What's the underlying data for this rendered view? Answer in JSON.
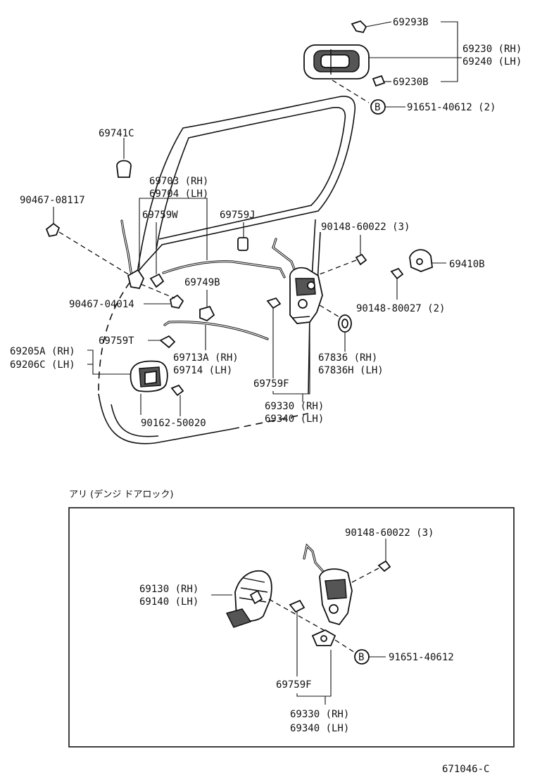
{
  "labels": {
    "p69293B": "69293B",
    "p69230": "69230 (RH)",
    "p69240": "69240 (LH)",
    "p69230B": "69230B",
    "p91651_top": "91651-40612 (2)",
    "p69741C": "69741C",
    "p69703": "69703 (RH)",
    "p69704": "69704 (LH)",
    "p90467_08117": "90467-08117",
    "p69759W": "69759W",
    "p69759J": "69759J",
    "p90148_60022_top": "90148-60022 (3)",
    "p69410B": "69410B",
    "p90148_80027": "90148-80027 (2)",
    "p69749B": "69749B",
    "p90467_04014": "90467-04014",
    "p69759T": "69759T",
    "p69205A": "69205A (RH)",
    "p69206C": "69206C (LH)",
    "p69713A": "69713A (RH)",
    "p69714": "69714  (LH)",
    "p67836": "67836  (RH)",
    "p67836H": "67836H (LH)",
    "p69759F_top": "69759F",
    "p69330_top": "69330 (RH)",
    "p69340_top": "69340 (LH)",
    "p90162": "90162-50020",
    "inset_caption": "アリ (デンジ ドアロック)",
    "p90148_60022_inset": "90148-60022 (3)",
    "p69130": "69130 (RH)",
    "p69140": "69140 (LH)",
    "p91651_inset": "91651-40612",
    "p69759F_inset": "69759F",
    "p69330_inset": "69330 (RH)",
    "p69340_inset": "69340 (LH)",
    "bolt_marker_top": "B",
    "bolt_marker_inset": "B",
    "diagram_number": "671046-C"
  }
}
